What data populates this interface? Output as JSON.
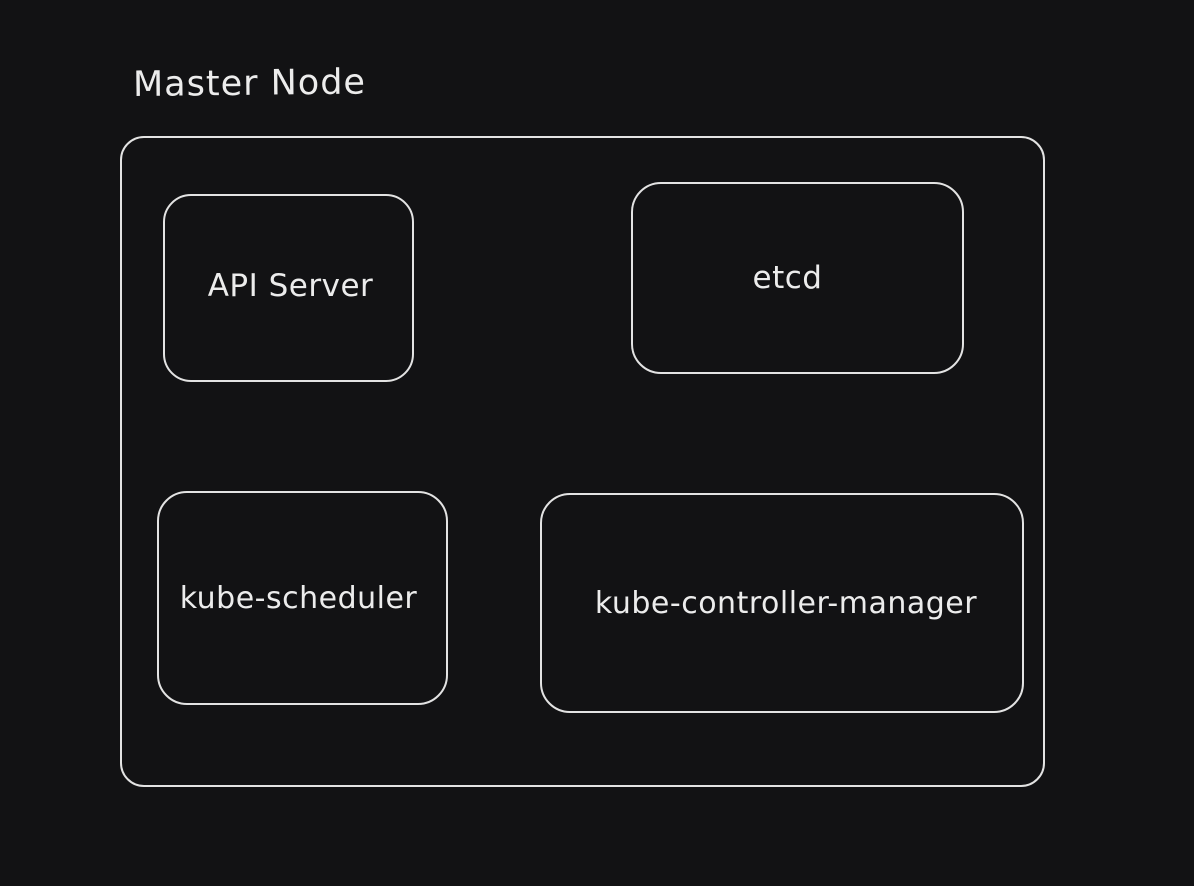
{
  "diagram": {
    "title": "Master Node",
    "components": [
      {
        "id": "api-server",
        "label": "API Server"
      },
      {
        "id": "etcd",
        "label": "etcd"
      },
      {
        "id": "kube-scheduler",
        "label": "kube-scheduler"
      },
      {
        "id": "kube-controller-manager",
        "label": "kube-controller-manager"
      }
    ]
  },
  "colors": {
    "background": "#121214",
    "stroke": "#e3e3e3",
    "text": "#ececec"
  }
}
